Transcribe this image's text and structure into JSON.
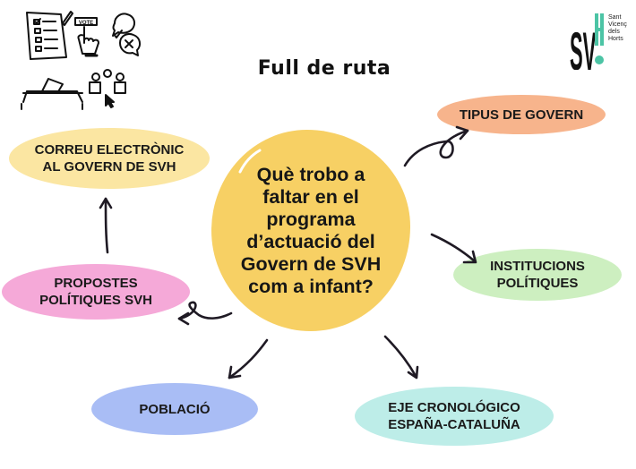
{
  "title": "Full de ruta",
  "logo": {
    "letters": "SVH",
    "text": "Sant\nVicenç\ndels\nHorts",
    "accent_color": "#4cc4a5"
  },
  "icons": [
    "checklist-icon",
    "vote-button-icon",
    "speech-bubbles-icon",
    "ballot-box-icon",
    "audience-icon"
  ],
  "icon_labels": {
    "vote": "VOTE"
  },
  "center": {
    "text": "Què trobo a\nfaltar en el\nprograma\nd’actuació del\nGovern de SVH\ncom a infant?",
    "color": "#f7d064"
  },
  "nodes": [
    {
      "id": "correu",
      "label": "CORREU ELECTRÒNIC\nAL GOVERN DE SVH",
      "color": "#fbe6a2"
    },
    {
      "id": "tipus",
      "label": "TIPUS DE GOVERN",
      "color": "#f7b48c"
    },
    {
      "id": "institucions",
      "label": "INSTITUCIONS\nPOLÍTIQUES",
      "color": "#cdefc0"
    },
    {
      "id": "propostes",
      "label": "PROPOSTES\nPOLÍTIQUES SVH",
      "color": "#f5a9d8"
    },
    {
      "id": "poblacio",
      "label": "POBLACIÓ",
      "color": "#a9bdf5"
    },
    {
      "id": "eje",
      "label": "EJE CRONOLÓGICO\nESPAÑA-CATALUÑA",
      "color": "#bdede8"
    }
  ]
}
